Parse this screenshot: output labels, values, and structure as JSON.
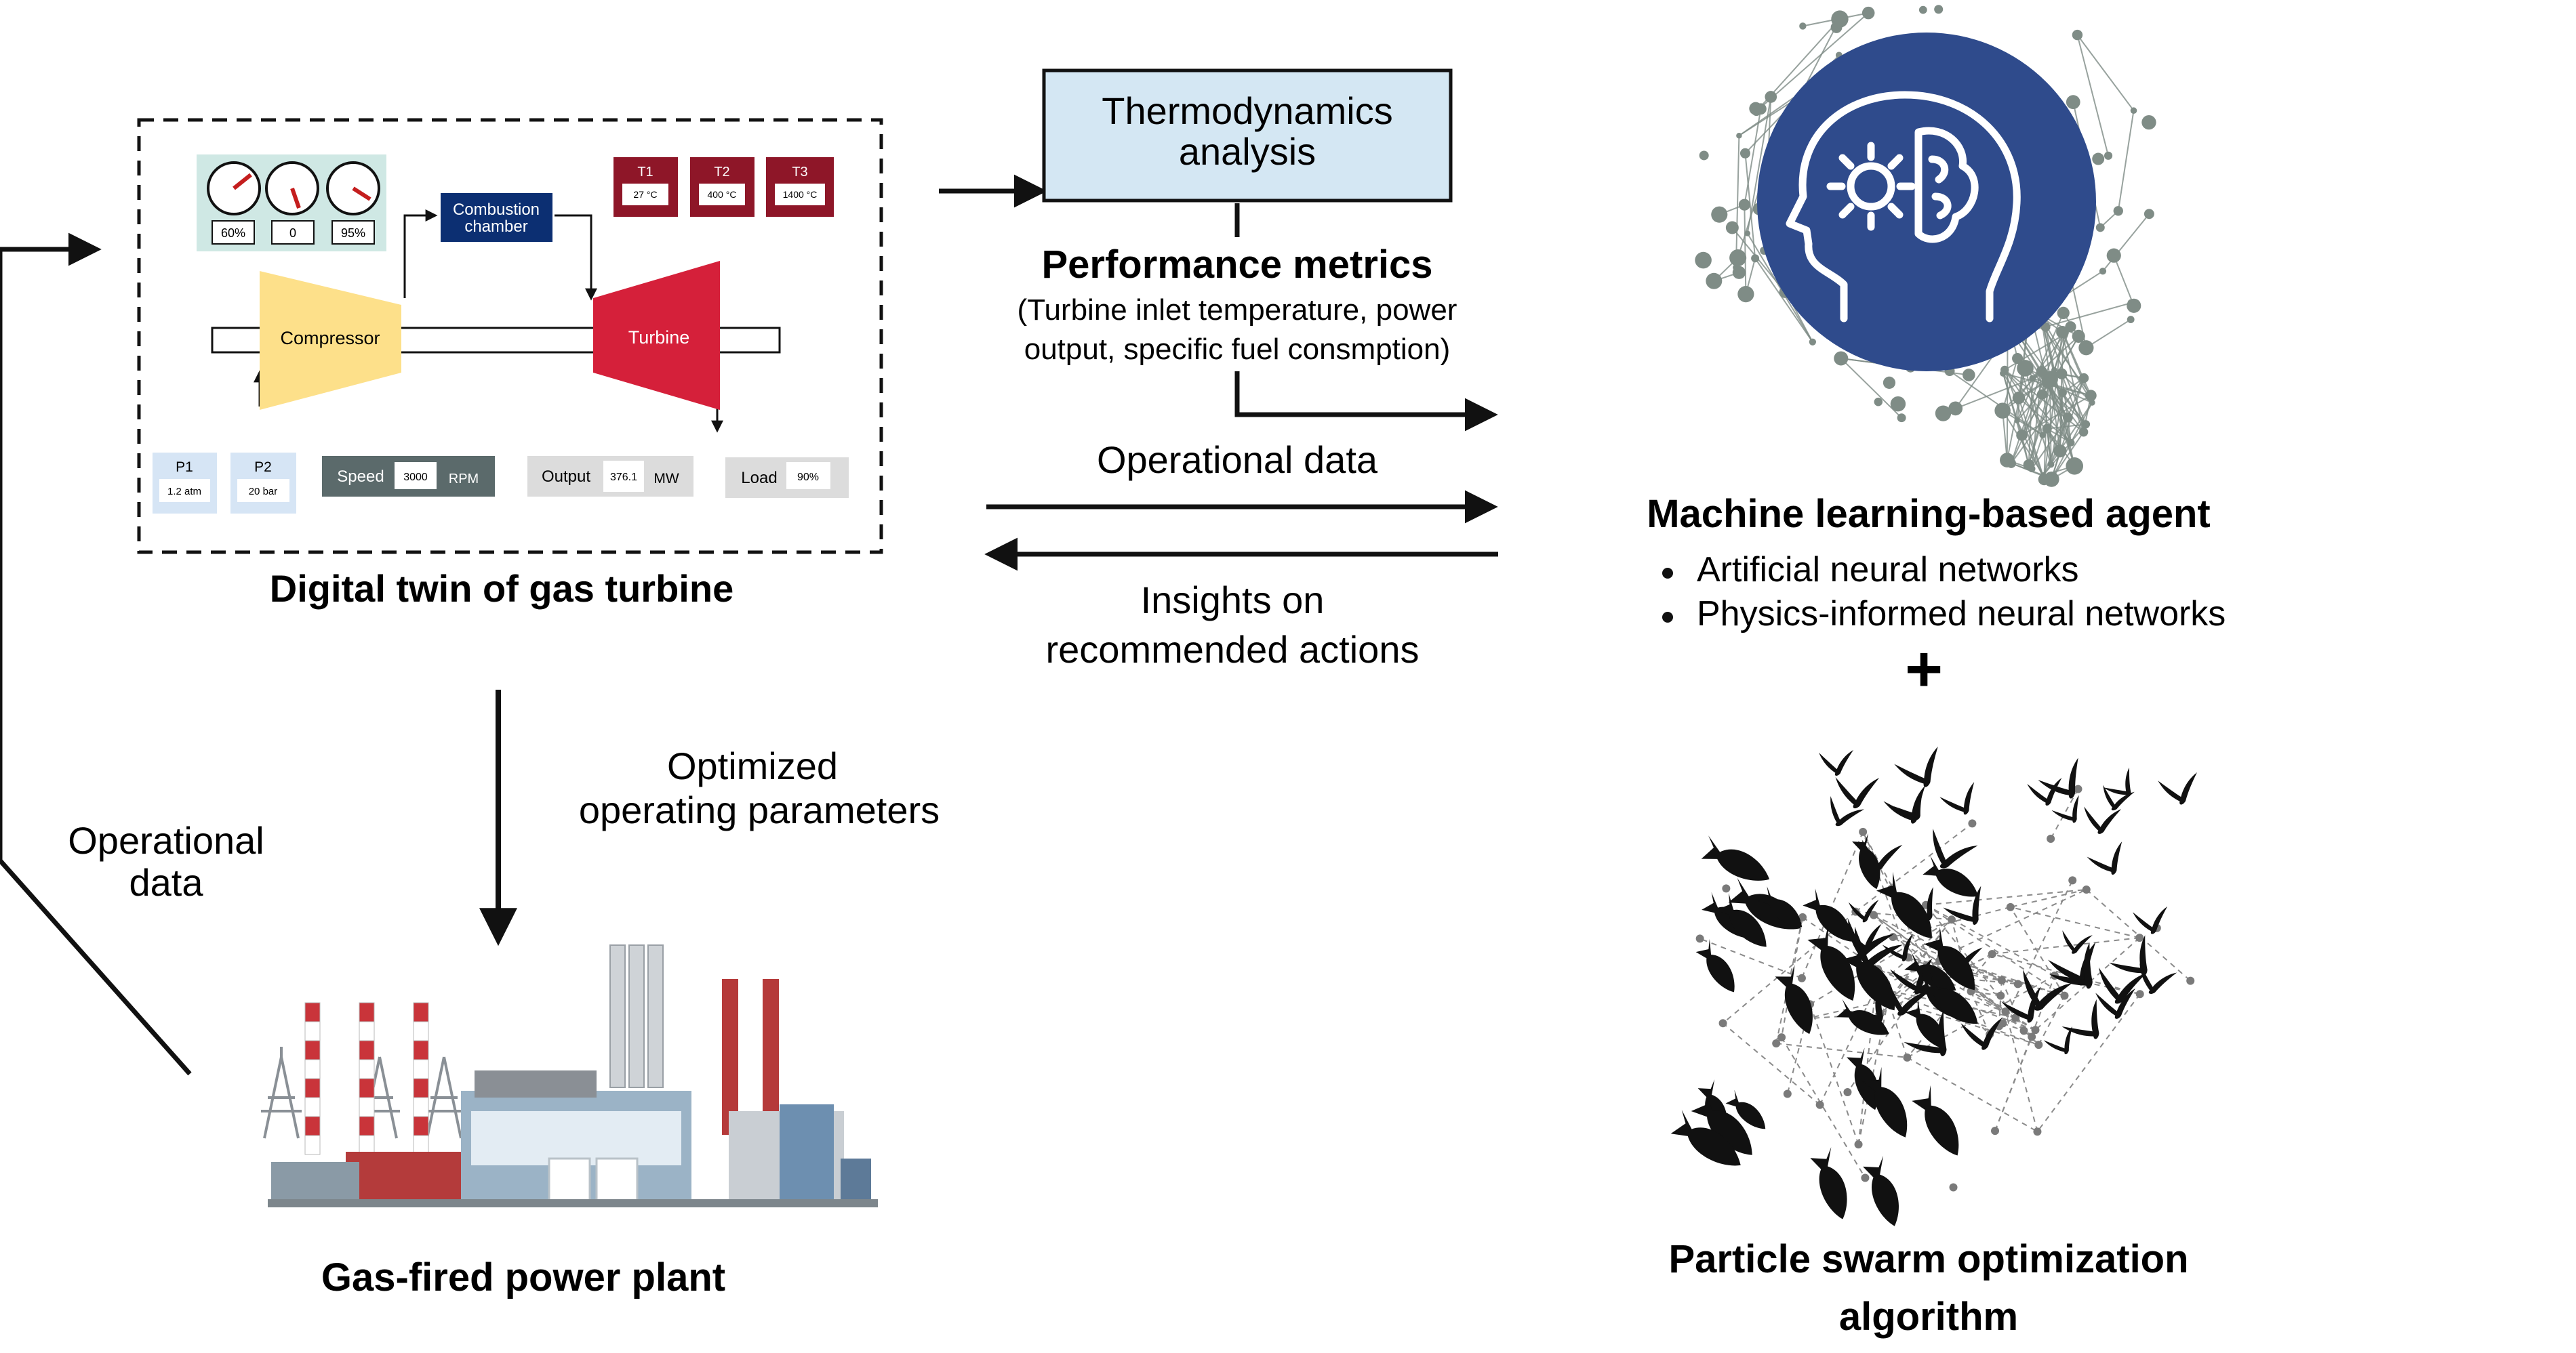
{
  "twin": {
    "title": "Digital twin of gas turbine",
    "gauges": [
      "60%",
      "0",
      "95%"
    ],
    "combustion": [
      "Combustion",
      "chamber"
    ],
    "temps": [
      {
        "name": "T1",
        "value": "27 °C"
      },
      {
        "name": "T2",
        "value": "400 °C"
      },
      {
        "name": "T3",
        "value": "1400 °C"
      }
    ],
    "compressor": "Compressor",
    "turbine": "Turbine",
    "pressures": [
      {
        "name": "P1",
        "value": "1.2 atm"
      },
      {
        "name": "P2",
        "value": "20 bar"
      }
    ],
    "speed": {
      "label": "Speed",
      "value": "3000",
      "unit": "RPM"
    },
    "output": {
      "label": "Output",
      "value": "376.1",
      "unit": "MW"
    },
    "load": {
      "label": "Load",
      "value": "90%"
    }
  },
  "thermo": {
    "line1": "Thermodynamics",
    "line2": "analysis"
  },
  "performance": {
    "title": "Performance metrics",
    "line1": "(Turbine inlet temperature, power",
    "line2": "output, specific fuel consmption)"
  },
  "operational_data_mid": "Operational data",
  "insights": {
    "line1": "Insights on",
    "line2": "recommended actions"
  },
  "ml": {
    "title": "Machine learning-based agent",
    "items": [
      "Artificial neural networks",
      "Physics-informed neural networks"
    ],
    "plus": "+"
  },
  "optimized": {
    "line1": "Optimized",
    "line2": "operating parameters"
  },
  "operational_left": {
    "line1": "Operational",
    "line2": "data"
  },
  "plant": {
    "title": "Gas-fired power plant"
  },
  "pso": {
    "line1": "Particle swarm optimization",
    "line2": "algorithm"
  },
  "colors": {
    "compressor": "#fde08a",
    "turbine": "#d5203a",
    "combustion": "#0c2f72",
    "temp_box": "#8e1628",
    "gauge_panel": "#cfe8e4",
    "thermo_box": "#d4e7f3",
    "brain_circle": "#2f4b8c",
    "network": "#7f8c86"
  }
}
